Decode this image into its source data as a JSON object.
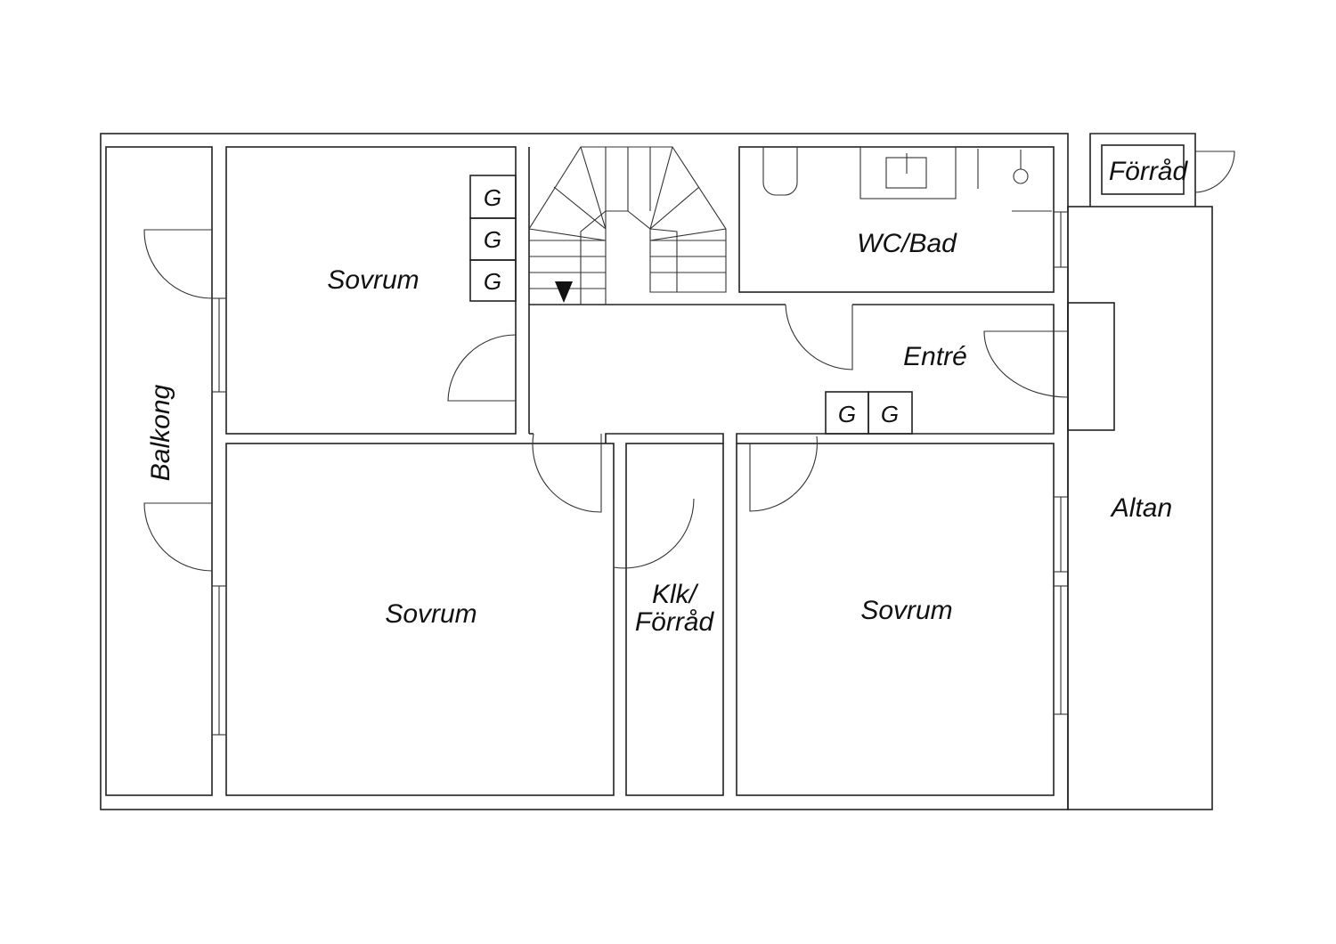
{
  "rooms": {
    "sovrum_top_left": "Sovrum",
    "sovrum_bottom_left": "Sovrum",
    "sovrum_bottom_right": "Sovrum",
    "wc_bad": "WC/Bad",
    "entre": "Entré",
    "balkong": "Balkong",
    "altan": "Altan",
    "forrad": "Förråd",
    "klk_line1": "Klk/",
    "klk_line2": "Förråd"
  },
  "wardrobe_label": "G",
  "wardrobes": [
    "G",
    "G",
    "G",
    "G",
    "G"
  ],
  "stair_direction": "down"
}
